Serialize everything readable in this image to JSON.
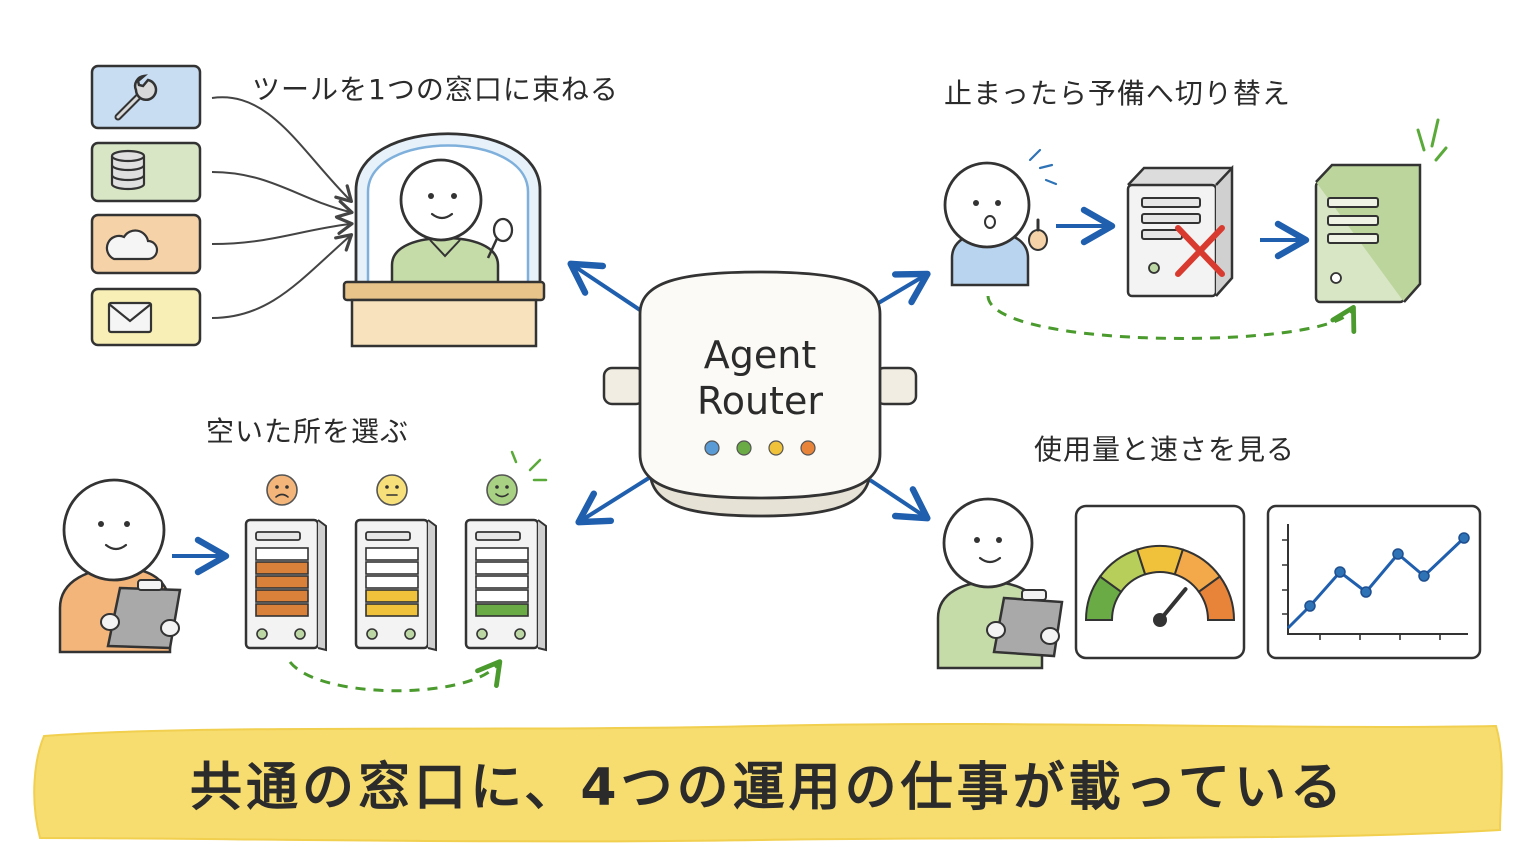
{
  "center": {
    "line1": "Agent",
    "line2": "Router",
    "dot_colors": [
      "#5b9bd5",
      "#6aab45",
      "#f0c23b",
      "#e8843a"
    ]
  },
  "panels": {
    "bundle": {
      "title": "ツールを1つの窓口に束ねる",
      "tools": [
        "wrench-icon",
        "database-icon",
        "cloud-icon",
        "mail-icon"
      ]
    },
    "failover": {
      "title": "止まったら予備へ切り替え"
    },
    "select": {
      "title": "空いた所を選ぶ",
      "load_levels": [
        0.8,
        0.45,
        0.1
      ]
    },
    "monitor": {
      "title": "使用量と速さを見る",
      "gauge_level": 0.72
    }
  },
  "banner": {
    "text": "共通の窓口に、4つの運用の仕事が載っている"
  },
  "colors": {
    "arrow_blue": "#1f5fae",
    "dash_green": "#4a9a2e",
    "error_red": "#d93a2f",
    "banner_yellow": "#f7dc6f",
    "tool_blue": "#c9ddf2",
    "tool_green": "#d8e6c6",
    "tool_orange": "#f6d2a8",
    "tool_yellow": "#f7efb5"
  }
}
